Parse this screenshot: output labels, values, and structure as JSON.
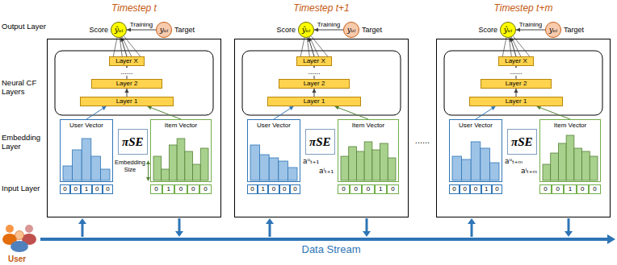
{
  "diagram": {
    "nodes": [
      {
        "text": [
          "Timestep t"
        ]
      },
      {
        "text": [
          "ŷᵤᵢ"
        ]
      },
      {
        "text": [
          "yᵤᵢ"
        ]
      },
      {
        "text": [
          "Layer X"
        ],
        "in": 0
      },
      {
        "text": [
          "Layer 2"
        ],
        "in": 0
      },
      {
        "text": [
          "Layer 1"
        ],
        "in": 0
      },
      {
        "text": [
          "User Vector"
        ],
        "in": 0
      },
      {
        "text": [
          "πSE"
        ],
        "in": 0
      },
      {
        "text": [
          "Item Vector"
        ],
        "in": 0
      },
      {
        "text": [
          "Timestep t+1"
        ]
      },
      {
        "text": [
          "ŷᵤᵢ"
        ]
      },
      {
        "text": [
          "yᵤᵢ"
        ]
      },
      {
        "text": [
          "Layer X"
        ],
        "in": 9
      },
      {
        "text": [
          "Layer 2"
        ],
        "in": 9
      },
      {
        "text": [
          "Layer 1"
        ],
        "in": 9
      },
      {
        "text": [
          "User Vector"
        ],
        "in": 9
      },
      {
        "text": [
          "πSE"
        ],
        "in": 9
      },
      {
        "text": [
          "Item Vector"
        ],
        "in": 9
      },
      {
        "text": [
          "Timestep t+m"
        ]
      },
      {
        "text": [
          "ŷᵤᵢ"
        ]
      },
      {
        "text": [
          "yᵤᵢ"
        ]
      },
      {
        "text": [
          "Layer X"
        ],
        "in": 18
      },
      {
        "text": [
          "Layer 2"
        ],
        "in": 18
      },
      {
        "text": [
          "Layer 1"
        ],
        "in": 18
      },
      {
        "text": [
          "User Vector"
        ],
        "in": 18
      },
      {
        "text": [
          "πSE"
        ],
        "in": 18
      },
      {
        "text": [
          "Item Vector"
        ],
        "in": 18
      }
    ],
    "edges": [
      {
        "from": 6,
        "to": 5,
        "arrow": "to"
      },
      {
        "from": 8,
        "to": 5,
        "arrow": "to"
      },
      {
        "from": 5,
        "to": 4,
        "arrow": "to"
      },
      {
        "from": 4,
        "to": 3,
        "arrow": "to"
      },
      {
        "from": 3,
        "to": 1,
        "arrow": "to"
      },
      {
        "from": 2,
        "to": 1,
        "label": "Training",
        "arrow": "to"
      },
      {
        "from": 15,
        "to": 14,
        "arrow": "to"
      },
      {
        "from": 17,
        "to": 14,
        "arrow": "to"
      },
      {
        "from": 14,
        "to": 13,
        "arrow": "to"
      },
      {
        "from": 13,
        "to": 12,
        "arrow": "to"
      },
      {
        "from": 12,
        "to": 10,
        "arrow": "to"
      },
      {
        "from": 11,
        "to": 10,
        "label": "Training",
        "arrow": "to"
      },
      {
        "from": 24,
        "to": 23,
        "arrow": "to"
      },
      {
        "from": 26,
        "to": 23,
        "arrow": "to"
      },
      {
        "from": 23,
        "to": 22,
        "arrow": "to"
      },
      {
        "from": 22,
        "to": 21,
        "arrow": "to"
      },
      {
        "from": 21,
        "to": 19,
        "arrow": "to"
      },
      {
        "from": 20,
        "to": 19,
        "label": "Training",
        "arrow": "to"
      }
    ],
    "labels": [
      "Output Layer",
      "Neural CF Layers",
      "Embedding Layer",
      "Input Layer",
      "Score",
      "Target",
      "......",
      "Embedding Size",
      "0",
      "0",
      "1",
      "0",
      "0",
      "0",
      "1",
      "0",
      "0",
      "0",
      "Score",
      "Target",
      "......",
      "aᵘₜ₊₁",
      "aⁱₜ₊₁",
      "0",
      "1",
      "0",
      "0",
      "0",
      "0",
      "0",
      "0",
      "1",
      "0",
      "......",
      "Score",
      "Target",
      "......",
      "aᵘₜ₊ₘ",
      "aⁱₜ₊ₘ",
      "0",
      "0",
      "0",
      "1",
      "0",
      "0",
      "0",
      "1",
      "0",
      "0",
      "User",
      "Data Stream"
    ]
  }
}
